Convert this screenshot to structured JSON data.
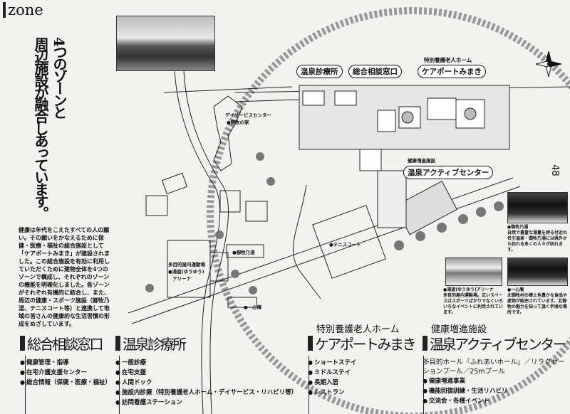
{
  "header": {
    "section_label": "zone"
  },
  "headline": {
    "line1": "4つのゾーンと",
    "line2": "周辺施設が融合しあっています。"
  },
  "intro": "健康は年代をこえたすべての人の願い。その願いをかなえるために保健・医療・福祉の総合施設として「ケアポートみまき」が建設されました。この総合施設を有効に利用していただくために建物全体を4つのゾーンで構成し、それぞれのゾーンの機能を明確化しました。各ゾーンがそれぞれ有機的に結合し、また、周辺の健康・スポーツ施設（御牧乃湯、テニスコート等）と連携して地域の皆さんの健康的な生活習慣の形成をめざしています。",
  "page_number": "48",
  "map": {
    "pills": {
      "clinic": "温泉診療所",
      "consult": "総合相談窓口",
      "careport": "ケアポートみまき",
      "active": "温泉アクティブセンター"
    },
    "careport_sub": "特別養護老人ホーム",
    "active_sub": "健康増進施設",
    "labels": {
      "day_service": "デイサービスセンター",
      "mimaki_house": "●御牧の家",
      "arena_1": "多目的屋内運動場",
      "arena_2": "●湯遊(ゆうゆう)",
      "arena_3": "アリーナ",
      "mimaki_onsen": "●御牧乃湯",
      "isshin": "●一心庵",
      "tennis": "●テニスコート"
    }
  },
  "photos": [
    {
      "title": "●御牧乃湯",
      "caption": "自然で豊富な湯量を誇る付近の名引温泉・御牧乃湯には県外から訪れる多くの人々が訪れます。"
    },
    {
      "title": "●湯遊(ゆうゆう)アリーナ",
      "caption": "多目的屋内運動場。広いスペースはスポーツばかりでなくいろいろなイベントに利用されています。"
    },
    {
      "title": "●一心庵",
      "caption": "北御牧村の郷土色豊かな食品や産物が販売されています。北御牧の魅力を知って頂く手頃な場所です。"
    }
  ],
  "sections": [
    {
      "title": "総合相談窓口",
      "items": [
        "健康管理・指導",
        "在宅介護支援センター",
        "総合情報（保健・医療・福祉）"
      ]
    },
    {
      "title": "温泉診療所",
      "items": [
        "一般診療",
        "在宅支援",
        "人間ドック",
        "施設内診療（特別養護老人ホーム・デイサービス・リハビリ等）",
        "訪問看護ステーション"
      ]
    },
    {
      "subtitle": "特別養護老人ホーム",
      "title": "ケアポートみまき",
      "items": [
        "ショートステイ",
        "ミドルステイ",
        "長期入居",
        "レストラン"
      ]
    },
    {
      "subtitle": "健康増進施設",
      "title": "温泉アクティブセンター",
      "lead": "多目的ホール『ふれあいホール』／リラクセーションプール／25mプール",
      "items": [
        "健康増進事業",
        "機能回復訓練・生活リハビリ",
        "交流会・各種イベント"
      ]
    }
  ]
}
